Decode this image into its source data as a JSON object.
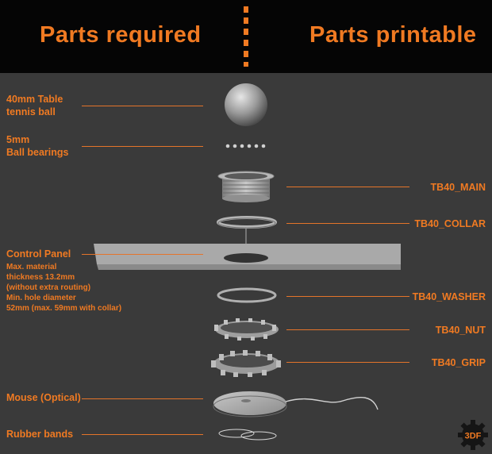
{
  "header": {
    "left_title": "Parts required",
    "right_title": "Parts printable"
  },
  "left_labels": {
    "ball": "40mm Table\ntennis ball",
    "bearings": "5mm\nBall bearings",
    "panel": "Control Panel",
    "panel_note": "Max. material\nthickness 13.2mm\n(without extra routing)\nMin. hole diameter\n52mm (max. 59mm with collar)",
    "mouse": "Mouse (Optical)",
    "bands": "Rubber bands"
  },
  "right_labels": {
    "main": "TB40_MAIN",
    "collar": "TB40_COLLAR",
    "washer": "TB40_WASHER",
    "nut": "TB40_NUT",
    "grip": "TB40_GRIP"
  },
  "logo": {
    "text": "3DF"
  },
  "colors": {
    "accent": "#f07a22",
    "background": "#3a3a3a",
    "header": "#050505"
  }
}
